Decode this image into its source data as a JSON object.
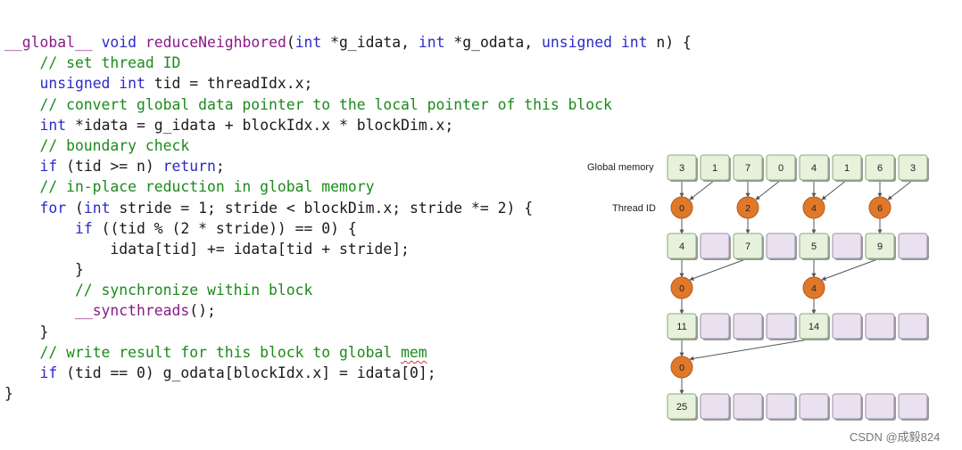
{
  "code": {
    "lines": [
      [
        {
          "t": "__global__",
          "c": "fn"
        },
        {
          "t": " ",
          "c": "tx"
        },
        {
          "t": "void",
          "c": "kw"
        },
        {
          "t": " ",
          "c": "tx"
        },
        {
          "t": "reduceNeighbored",
          "c": "fn"
        },
        {
          "t": "(",
          "c": "tx"
        },
        {
          "t": "int",
          "c": "kw"
        },
        {
          "t": " *g_idata, ",
          "c": "tx"
        },
        {
          "t": "int",
          "c": "kw"
        },
        {
          "t": " *g_odata, ",
          "c": "tx"
        },
        {
          "t": "unsigned int",
          "c": "kw"
        },
        {
          "t": " n) {",
          "c": "tx"
        }
      ],
      [
        {
          "t": "    // set thread ID",
          "c": "cm"
        }
      ],
      [
        {
          "t": "    ",
          "c": "tx"
        },
        {
          "t": "unsigned int",
          "c": "kw"
        },
        {
          "t": " tid = threadIdx.x;",
          "c": "tx"
        }
      ],
      [
        {
          "t": "    // convert global data pointer to the local pointer of this block",
          "c": "cm"
        }
      ],
      [
        {
          "t": "    ",
          "c": "tx"
        },
        {
          "t": "int",
          "c": "kw"
        },
        {
          "t": " *idata = g_idata + blockIdx.x * blockDim.x;",
          "c": "tx"
        }
      ],
      [
        {
          "t": "    // boundary check",
          "c": "cm"
        }
      ],
      [
        {
          "t": "    ",
          "c": "tx"
        },
        {
          "t": "if",
          "c": "kw"
        },
        {
          "t": " (tid >= n) ",
          "c": "tx"
        },
        {
          "t": "return",
          "c": "kw"
        },
        {
          "t": ";",
          "c": "tx"
        }
      ],
      [
        {
          "t": "    // in-place reduction in global memory",
          "c": "cm"
        }
      ],
      [
        {
          "t": "    ",
          "c": "tx"
        },
        {
          "t": "for",
          "c": "kw"
        },
        {
          "t": " (",
          "c": "tx"
        },
        {
          "t": "int",
          "c": "kw"
        },
        {
          "t": " stride = 1; stride < blockDim.x; stride *= 2) {",
          "c": "tx"
        }
      ],
      [
        {
          "t": "        ",
          "c": "tx"
        },
        {
          "t": "if",
          "c": "kw"
        },
        {
          "t": " ((tid % (2 * stride)) == 0) {",
          "c": "tx"
        }
      ],
      [
        {
          "t": "            idata[tid] += idata[tid + stride];",
          "c": "tx"
        }
      ],
      [
        {
          "t": "        }",
          "c": "tx"
        }
      ],
      [
        {
          "t": "        // synchronize within block",
          "c": "cm"
        }
      ],
      [
        {
          "t": "        ",
          "c": "tx"
        },
        {
          "t": "__syncthreads",
          "c": "fn"
        },
        {
          "t": "();",
          "c": "tx"
        }
      ],
      [
        {
          "t": "    }",
          "c": "tx"
        }
      ],
      [
        {
          "t": "    // write result for this block to global ",
          "c": "cm"
        },
        {
          "t": "mem",
          "c": "cm squig"
        }
      ],
      [
        {
          "t": "    ",
          "c": "tx"
        },
        {
          "t": "if",
          "c": "kw"
        },
        {
          "t": " (tid == 0) g_odata[blockIdx.x] = idata[0];",
          "c": "tx"
        }
      ],
      [
        {
          "t": "}",
          "c": "tx"
        }
      ]
    ]
  },
  "diagram": {
    "label_global_memory": "Global memory",
    "label_thread_id": "Thread ID",
    "global_memory": [
      "3",
      "1",
      "7",
      "0",
      "4",
      "1",
      "6",
      "3"
    ],
    "stage1_threads": [
      "0",
      "2",
      "4",
      "6"
    ],
    "stage1_values": [
      "4",
      "",
      "7",
      "",
      "5",
      "",
      "9",
      ""
    ],
    "stage2_threads": [
      "0",
      "4"
    ],
    "stage2_values": [
      "11",
      "",
      "",
      "",
      "14",
      "",
      "",
      ""
    ],
    "stage3_threads": [
      "0"
    ],
    "stage3_values": [
      "25",
      "",
      "",
      "",
      "",
      "",
      "",
      ""
    ]
  },
  "watermark": "CSDN @成毅824"
}
